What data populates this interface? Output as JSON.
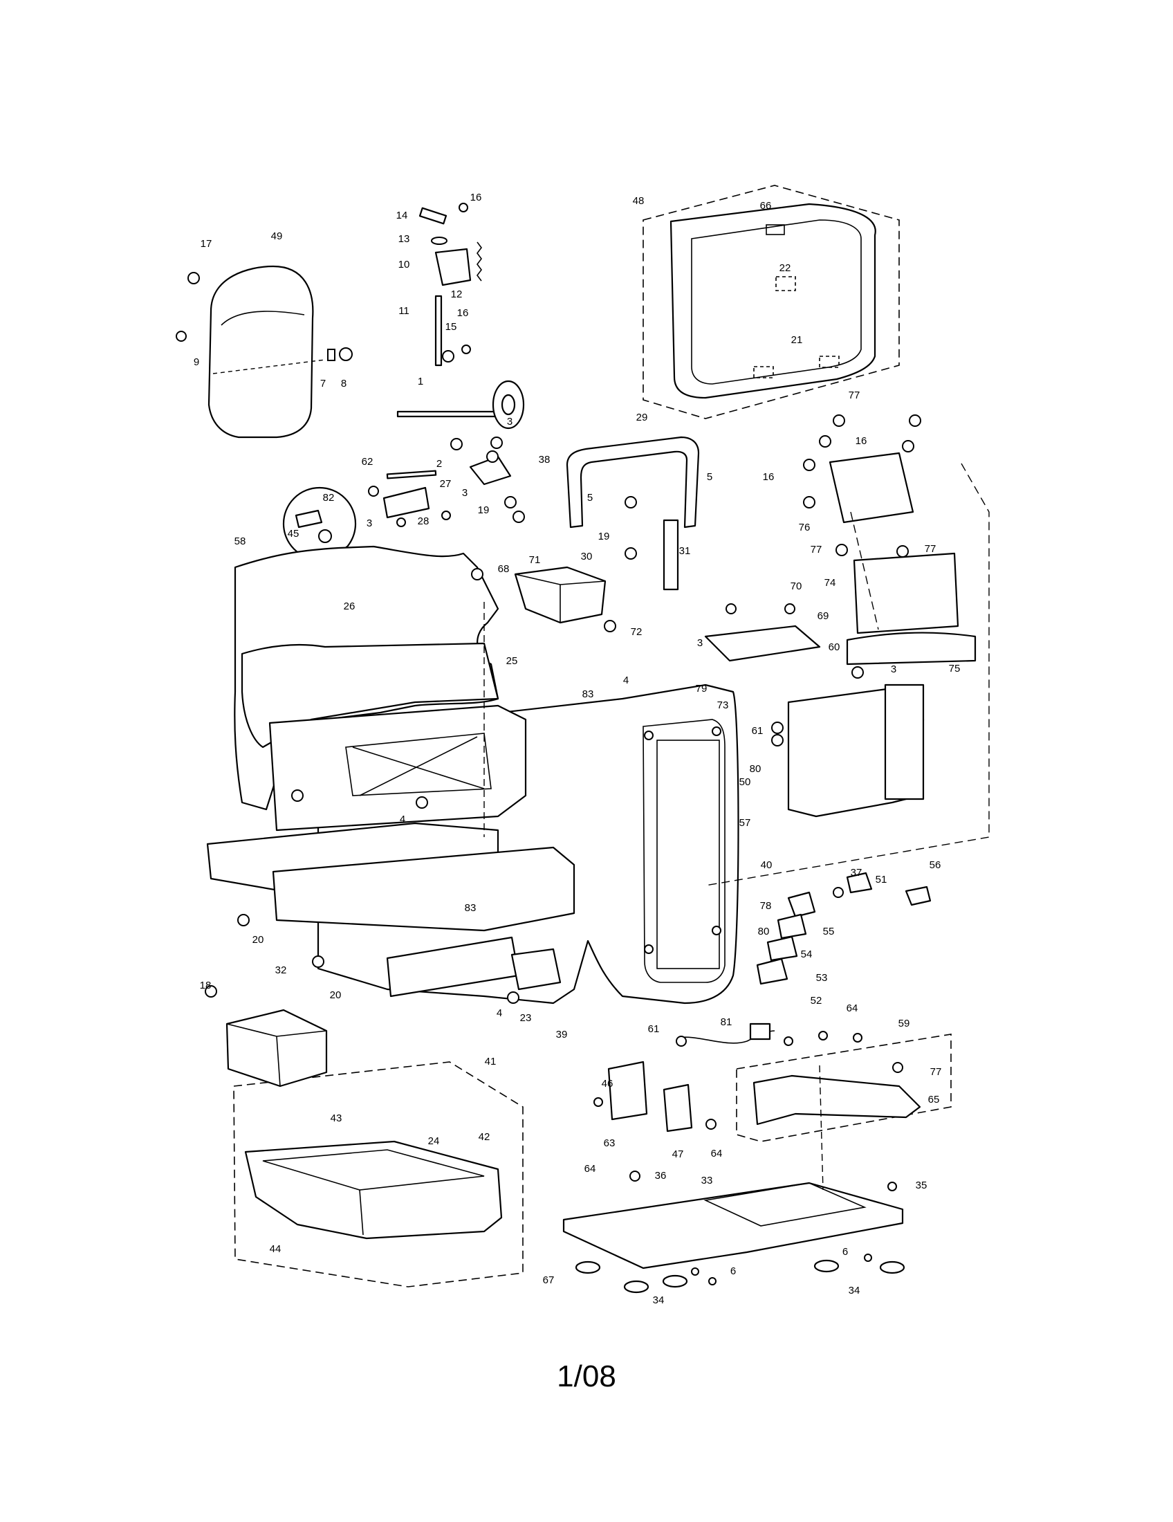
{
  "page_number": "1/08",
  "callouts": [
    {
      "id": "c1",
      "label": "1"
    },
    {
      "id": "c2",
      "label": "2"
    },
    {
      "id": "c3a",
      "label": "3"
    },
    {
      "id": "c3b",
      "label": "3"
    },
    {
      "id": "c3c",
      "label": "3"
    },
    {
      "id": "c3d",
      "label": "3"
    },
    {
      "id": "c3e",
      "label": "3"
    },
    {
      "id": "c4a",
      "label": "4"
    },
    {
      "id": "c4b",
      "label": "4"
    },
    {
      "id": "c4c",
      "label": "4"
    },
    {
      "id": "c5a",
      "label": "5"
    },
    {
      "id": "c5b",
      "label": "5"
    },
    {
      "id": "c6a",
      "label": "6"
    },
    {
      "id": "c6b",
      "label": "6"
    },
    {
      "id": "c7",
      "label": "7"
    },
    {
      "id": "c8",
      "label": "8"
    },
    {
      "id": "c9",
      "label": "9"
    },
    {
      "id": "c10",
      "label": "10"
    },
    {
      "id": "c11",
      "label": "11"
    },
    {
      "id": "c12",
      "label": "12"
    },
    {
      "id": "c13",
      "label": "13"
    },
    {
      "id": "c14",
      "label": "14"
    },
    {
      "id": "c15",
      "label": "15"
    },
    {
      "id": "c16a",
      "label": "16"
    },
    {
      "id": "c16b",
      "label": "16"
    },
    {
      "id": "c16c",
      "label": "16"
    },
    {
      "id": "c16d",
      "label": "16"
    },
    {
      "id": "c17",
      "label": "17"
    },
    {
      "id": "c18",
      "label": "18"
    },
    {
      "id": "c19a",
      "label": "19"
    },
    {
      "id": "c19b",
      "label": "19"
    },
    {
      "id": "c20a",
      "label": "20"
    },
    {
      "id": "c20b",
      "label": "20"
    },
    {
      "id": "c21",
      "label": "21"
    },
    {
      "id": "c22",
      "label": "22"
    },
    {
      "id": "c23",
      "label": "23"
    },
    {
      "id": "c24",
      "label": "24"
    },
    {
      "id": "c25",
      "label": "25"
    },
    {
      "id": "c26",
      "label": "26"
    },
    {
      "id": "c27",
      "label": "27"
    },
    {
      "id": "c28",
      "label": "28"
    },
    {
      "id": "c29",
      "label": "29"
    },
    {
      "id": "c30",
      "label": "30"
    },
    {
      "id": "c31",
      "label": "31"
    },
    {
      "id": "c32",
      "label": "32"
    },
    {
      "id": "c33",
      "label": "33"
    },
    {
      "id": "c34a",
      "label": "34"
    },
    {
      "id": "c34b",
      "label": "34"
    },
    {
      "id": "c35",
      "label": "35"
    },
    {
      "id": "c36",
      "label": "36"
    },
    {
      "id": "c37",
      "label": "37"
    },
    {
      "id": "c38",
      "label": "38"
    },
    {
      "id": "c39",
      "label": "39"
    },
    {
      "id": "c40",
      "label": "40"
    },
    {
      "id": "c41",
      "label": "41"
    },
    {
      "id": "c42",
      "label": "42"
    },
    {
      "id": "c43",
      "label": "43"
    },
    {
      "id": "c44",
      "label": "44"
    },
    {
      "id": "c45",
      "label": "45"
    },
    {
      "id": "c46",
      "label": "46"
    },
    {
      "id": "c47",
      "label": "47"
    },
    {
      "id": "c48",
      "label": "48"
    },
    {
      "id": "c49",
      "label": "49"
    },
    {
      "id": "c50",
      "label": "50"
    },
    {
      "id": "c51",
      "label": "51"
    },
    {
      "id": "c52",
      "label": "52"
    },
    {
      "id": "c53",
      "label": "53"
    },
    {
      "id": "c54",
      "label": "54"
    },
    {
      "id": "c55",
      "label": "55"
    },
    {
      "id": "c56",
      "label": "56"
    },
    {
      "id": "c57",
      "label": "57"
    },
    {
      "id": "c58",
      "label": "58"
    },
    {
      "id": "c59",
      "label": "59"
    },
    {
      "id": "c60",
      "label": "60"
    },
    {
      "id": "c61a",
      "label": "61"
    },
    {
      "id": "c61b",
      "label": "61"
    },
    {
      "id": "c62",
      "label": "62"
    },
    {
      "id": "c63",
      "label": "63"
    },
    {
      "id": "c64a",
      "label": "64"
    },
    {
      "id": "c64b",
      "label": "64"
    },
    {
      "id": "c64c",
      "label": "64"
    },
    {
      "id": "c65",
      "label": "65"
    },
    {
      "id": "c66",
      "label": "66"
    },
    {
      "id": "c67",
      "label": "67"
    },
    {
      "id": "c68",
      "label": "68"
    },
    {
      "id": "c69",
      "label": "69"
    },
    {
      "id": "c70",
      "label": "70"
    },
    {
      "id": "c71",
      "label": "71"
    },
    {
      "id": "c72",
      "label": "72"
    },
    {
      "id": "c73",
      "label": "73"
    },
    {
      "id": "c74",
      "label": "74"
    },
    {
      "id": "c75",
      "label": "75"
    },
    {
      "id": "c76",
      "label": "76"
    },
    {
      "id": "c77a",
      "label": "77"
    },
    {
      "id": "c77b",
      "label": "77"
    },
    {
      "id": "c77c",
      "label": "77"
    },
    {
      "id": "c77d",
      "label": "77"
    },
    {
      "id": "c78",
      "label": "78"
    },
    {
      "id": "c79",
      "label": "79"
    },
    {
      "id": "c80a",
      "label": "80"
    },
    {
      "id": "c80b",
      "label": "80"
    },
    {
      "id": "c81",
      "label": "81"
    },
    {
      "id": "c82",
      "label": "82"
    },
    {
      "id": "c83a",
      "label": "83"
    },
    {
      "id": "c83b",
      "label": "83"
    }
  ]
}
